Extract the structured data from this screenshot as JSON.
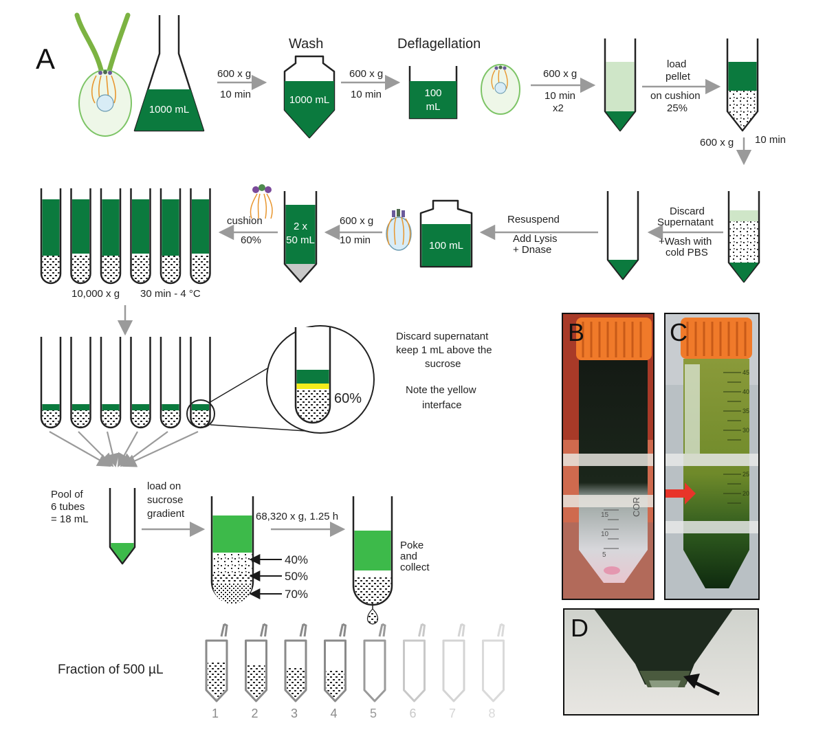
{
  "panel_labels": {
    "a": "A",
    "b": "B",
    "c": "C",
    "d": "D"
  },
  "row1": {
    "flask_volume": "1000 mL",
    "spin1_line1": "600 x g",
    "spin1_line2": "10 min",
    "wash_title": "Wash",
    "wash_volume": "1000 mL",
    "spin2_line1": "600 x g",
    "spin2_line2": "10 min",
    "deflag_title": "Deflagellation",
    "deflag_volume_line1": "100",
    "deflag_volume_line2": "mL",
    "spin3_line1": "600 x g",
    "spin3_line2": "10 min",
    "spin3_line3": "x2",
    "load_line1": "load",
    "load_line2": "pellet",
    "load_line3": "on cushion",
    "load_line4": "25%",
    "spin4_line1": "600 x g",
    "spin4_line2": "10 min"
  },
  "row2": {
    "discard_line1": "Discard",
    "discard_line2": "Supernatant",
    "wash_pbs_line1": "+Wash with",
    "wash_pbs_line2": "cold PBS",
    "resuspend": "Resuspend",
    "lysis_line1": "Add Lysis",
    "lysis_line2": "+ Dnase",
    "bottle_volume": "100 mL",
    "spin_line1": "600 x g",
    "spin_line2": "10 min",
    "tube_vol_line1": "2 x",
    "tube_vol_line2": "50 mL",
    "cushion_line1": "cushion",
    "cushion_line2": "60%",
    "centrifuge_speed": "10,000 x g",
    "centrifuge_time": "30 min - 4 °C"
  },
  "row3": {
    "zoom_percent": "60%",
    "note1_line1": "Discard supernatant",
    "note1_line2": "keep 1 mL above the",
    "note1_line3": "sucrose",
    "note2_line1": "Note the yellow",
    "note2_line2": "interface"
  },
  "row4": {
    "pool_line1": "Pool of",
    "pool_line2": "6 tubes",
    "pool_line3": "= 18 mL",
    "load_line1": "load on",
    "load_line2": "sucrose",
    "load_line3": "gradient",
    "gradient": [
      "40%",
      "50%",
      "70%"
    ],
    "ultra_spin": "68,320 x g, 1.25 h",
    "poke_line1": "Poke",
    "poke_line2": "and",
    "poke_line3": "collect"
  },
  "fractions": {
    "title": "Fraction of 500 µL",
    "labels": [
      "1",
      "2",
      "3",
      "4",
      "5",
      "6",
      "7",
      "8"
    ]
  },
  "photo_c_tick_labels": [
    "45",
    "40",
    "35",
    "30",
    "25",
    "20"
  ],
  "photo_b_tick_labels": [
    "15",
    "10",
    "5"
  ],
  "photo_b_tube_brand": "COR",
  "colors": {
    "green_dark": "#0b7a3e",
    "green_light": "#3dba4a",
    "pale_green": "#cfe6c8",
    "yellow": "#f4ec1c",
    "orange_cap": "#f07a2a",
    "red_arrow": "#e8342a",
    "arrow_gray": "#9a9a9a",
    "flagella": "#7cb342",
    "cell_outline": "#7dc466",
    "rootlets": "#e8962e"
  }
}
